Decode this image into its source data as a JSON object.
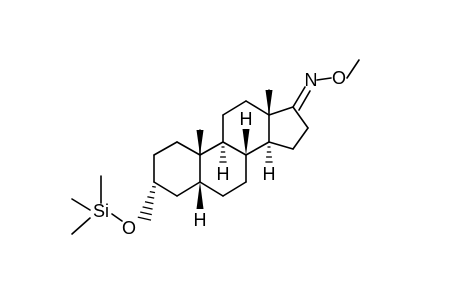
{
  "molecule": {
    "atom_labels": {
      "silicon": "Si",
      "ether_oxygen": "O",
      "oxime_nitrogen": "N",
      "oxime_oxygen": "O",
      "h5": "H",
      "h8": "H",
      "h9": "H",
      "h14": "H"
    },
    "colors": {
      "bond": "#000000",
      "label": "#000000",
      "background": "#ffffff"
    }
  }
}
